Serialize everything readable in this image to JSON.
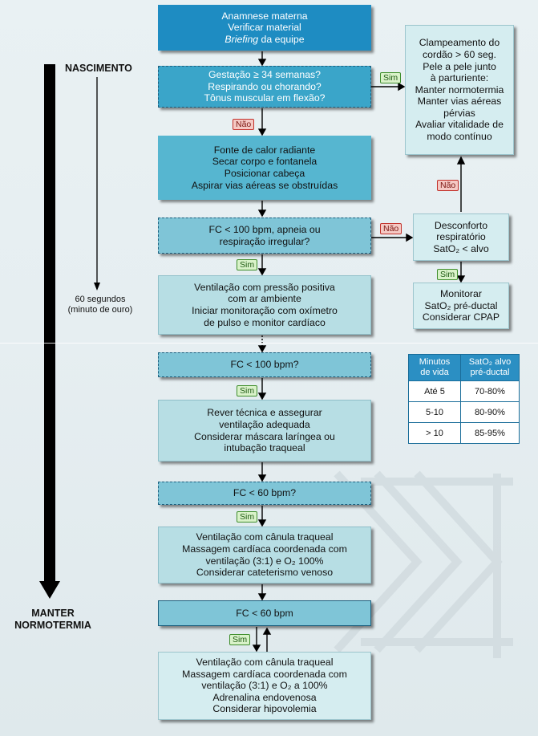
{
  "side": {
    "nascimento": "NASCIMENTO",
    "segundos_1": "60 segundos",
    "segundos_2": "(minuto de ouro)",
    "manter_1": "MANTER",
    "manter_2": "NORMOTERMIA"
  },
  "boxes": {
    "b1": [
      "Anamnese materna",
      "Verificar material",
      "Briefing da equipe"
    ],
    "b1_italic": "Briefing",
    "b1_rest": " da equipe",
    "q1": [
      "Gestação ≥ 34 semanas?",
      "Respirando ou chorando?",
      "Tônus muscular em flexão?"
    ],
    "b2": [
      "Fonte de calor radiante",
      "Secar corpo e fontanela",
      "Posicionar cabeça",
      "Aspirar vias aéreas se obstruídas"
    ],
    "q2": [
      "FC < 100 bpm, apneia ou",
      "respiração irregular?"
    ],
    "b3": [
      "Ventilação com pressão positiva",
      "com ar ambiente",
      "Iniciar monitoração com oxímetro",
      "de pulso e monitor cardíaco"
    ],
    "q3": [
      "FC < 100 bpm?"
    ],
    "b4": [
      "Rever técnica e assegurar",
      "ventilação adequada",
      "Considerar máscara laríngea ou",
      "intubação traqueal"
    ],
    "q4": [
      "FC < 60 bpm?"
    ],
    "b5": [
      "Ventilação com cânula traqueal",
      "Massagem cardíaca coordenada com",
      "ventilação (3:1) e O₂ 100%",
      "Considerar cateterismo venoso"
    ],
    "q5": [
      "FC < 60 bpm"
    ],
    "b6": [
      "Ventilação com cânula traqueal",
      "Massagem cardíaca coordenada com",
      "ventilação (3:1) e O₂ a 100%",
      "Adrenalina endovenosa",
      "Considerar hipovolemia"
    ],
    "r1": [
      "Clampeamento do",
      "cordão > 60 seg.",
      "Pele a pele junto",
      "à parturiente:",
      "Manter normotermia",
      "Manter vias aéreas",
      "pérvias",
      "Avaliar vitalidade de",
      "modo contínuo"
    ],
    "r2": [
      "Desconforto",
      "respiratório",
      "SatO₂ < alvo"
    ],
    "r3": [
      "Monitorar",
      "SatO₂ pré-ductal",
      "Considerar CPAP"
    ]
  },
  "tags": {
    "sim": "Sim",
    "nao": "Não"
  },
  "table": {
    "headers": [
      "Minutos de vida",
      "SatO₂ alvo pré-ductal"
    ],
    "header_lines": [
      [
        "Minutos",
        "de vida"
      ],
      [
        "SatO₂ alvo",
        "pré-ductal"
      ]
    ],
    "rows": [
      [
        "Até 5",
        "70-80%"
      ],
      [
        "5-10",
        "80-90%"
      ],
      [
        "> 10",
        "85-95%"
      ]
    ]
  },
  "colors": {
    "dark": "#1e8cc2",
    "mid": "#56b6d0",
    "light": "#b7dee4",
    "pale": "#d5edf0",
    "arrow": "#000000"
  }
}
